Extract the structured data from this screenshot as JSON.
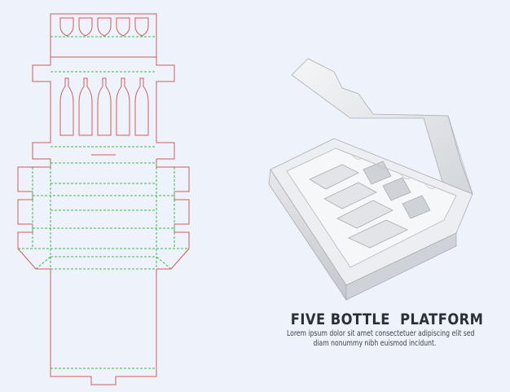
{
  "caption": {
    "title": "FIVE BOTTLE  PLATFORM",
    "body_line_1": "Lorem ipsum dolor sit amet consectetuer adipiscing elit sed",
    "body_line_2": "diam nonummy nibh euismod incidunt."
  },
  "colors": {
    "background": "#eef3fb",
    "cut_line": "#d45a5a",
    "fold_line": "#3cb84a",
    "box_light": "#f3f4f6",
    "box_mid": "#d9dbe0",
    "box_dark": "#b8bbc2"
  }
}
